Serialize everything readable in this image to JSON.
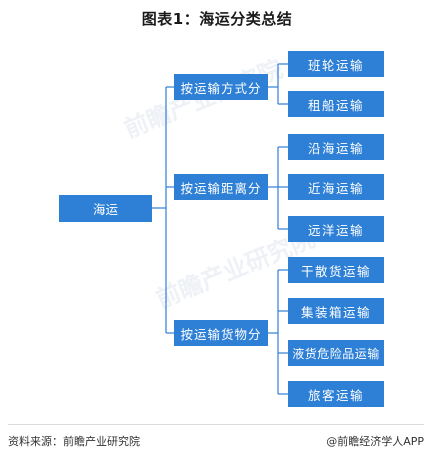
{
  "title": "图表1：海运分类总结",
  "root": {
    "label": "海运"
  },
  "branches": [
    {
      "label": "按运输方式分",
      "children": [
        "班轮运输",
        "租船运输"
      ]
    },
    {
      "label": "按运输距离分",
      "children": [
        "沿海运输",
        "近海运输",
        "远洋运输"
      ]
    },
    {
      "label": "按运输货物分",
      "children": [
        "干散货运输",
        "集装箱运输",
        "液货危险品运输",
        "旅客运输"
      ]
    }
  ],
  "watermark": {
    "text": "前瞻产业研究院"
  },
  "footer": {
    "source": "资料来源：前瞻产业研究院",
    "credit": "@前瞻经济学人APP"
  },
  "colors": {
    "box": "#2e7fd6",
    "line": "#2e7fd6"
  }
}
